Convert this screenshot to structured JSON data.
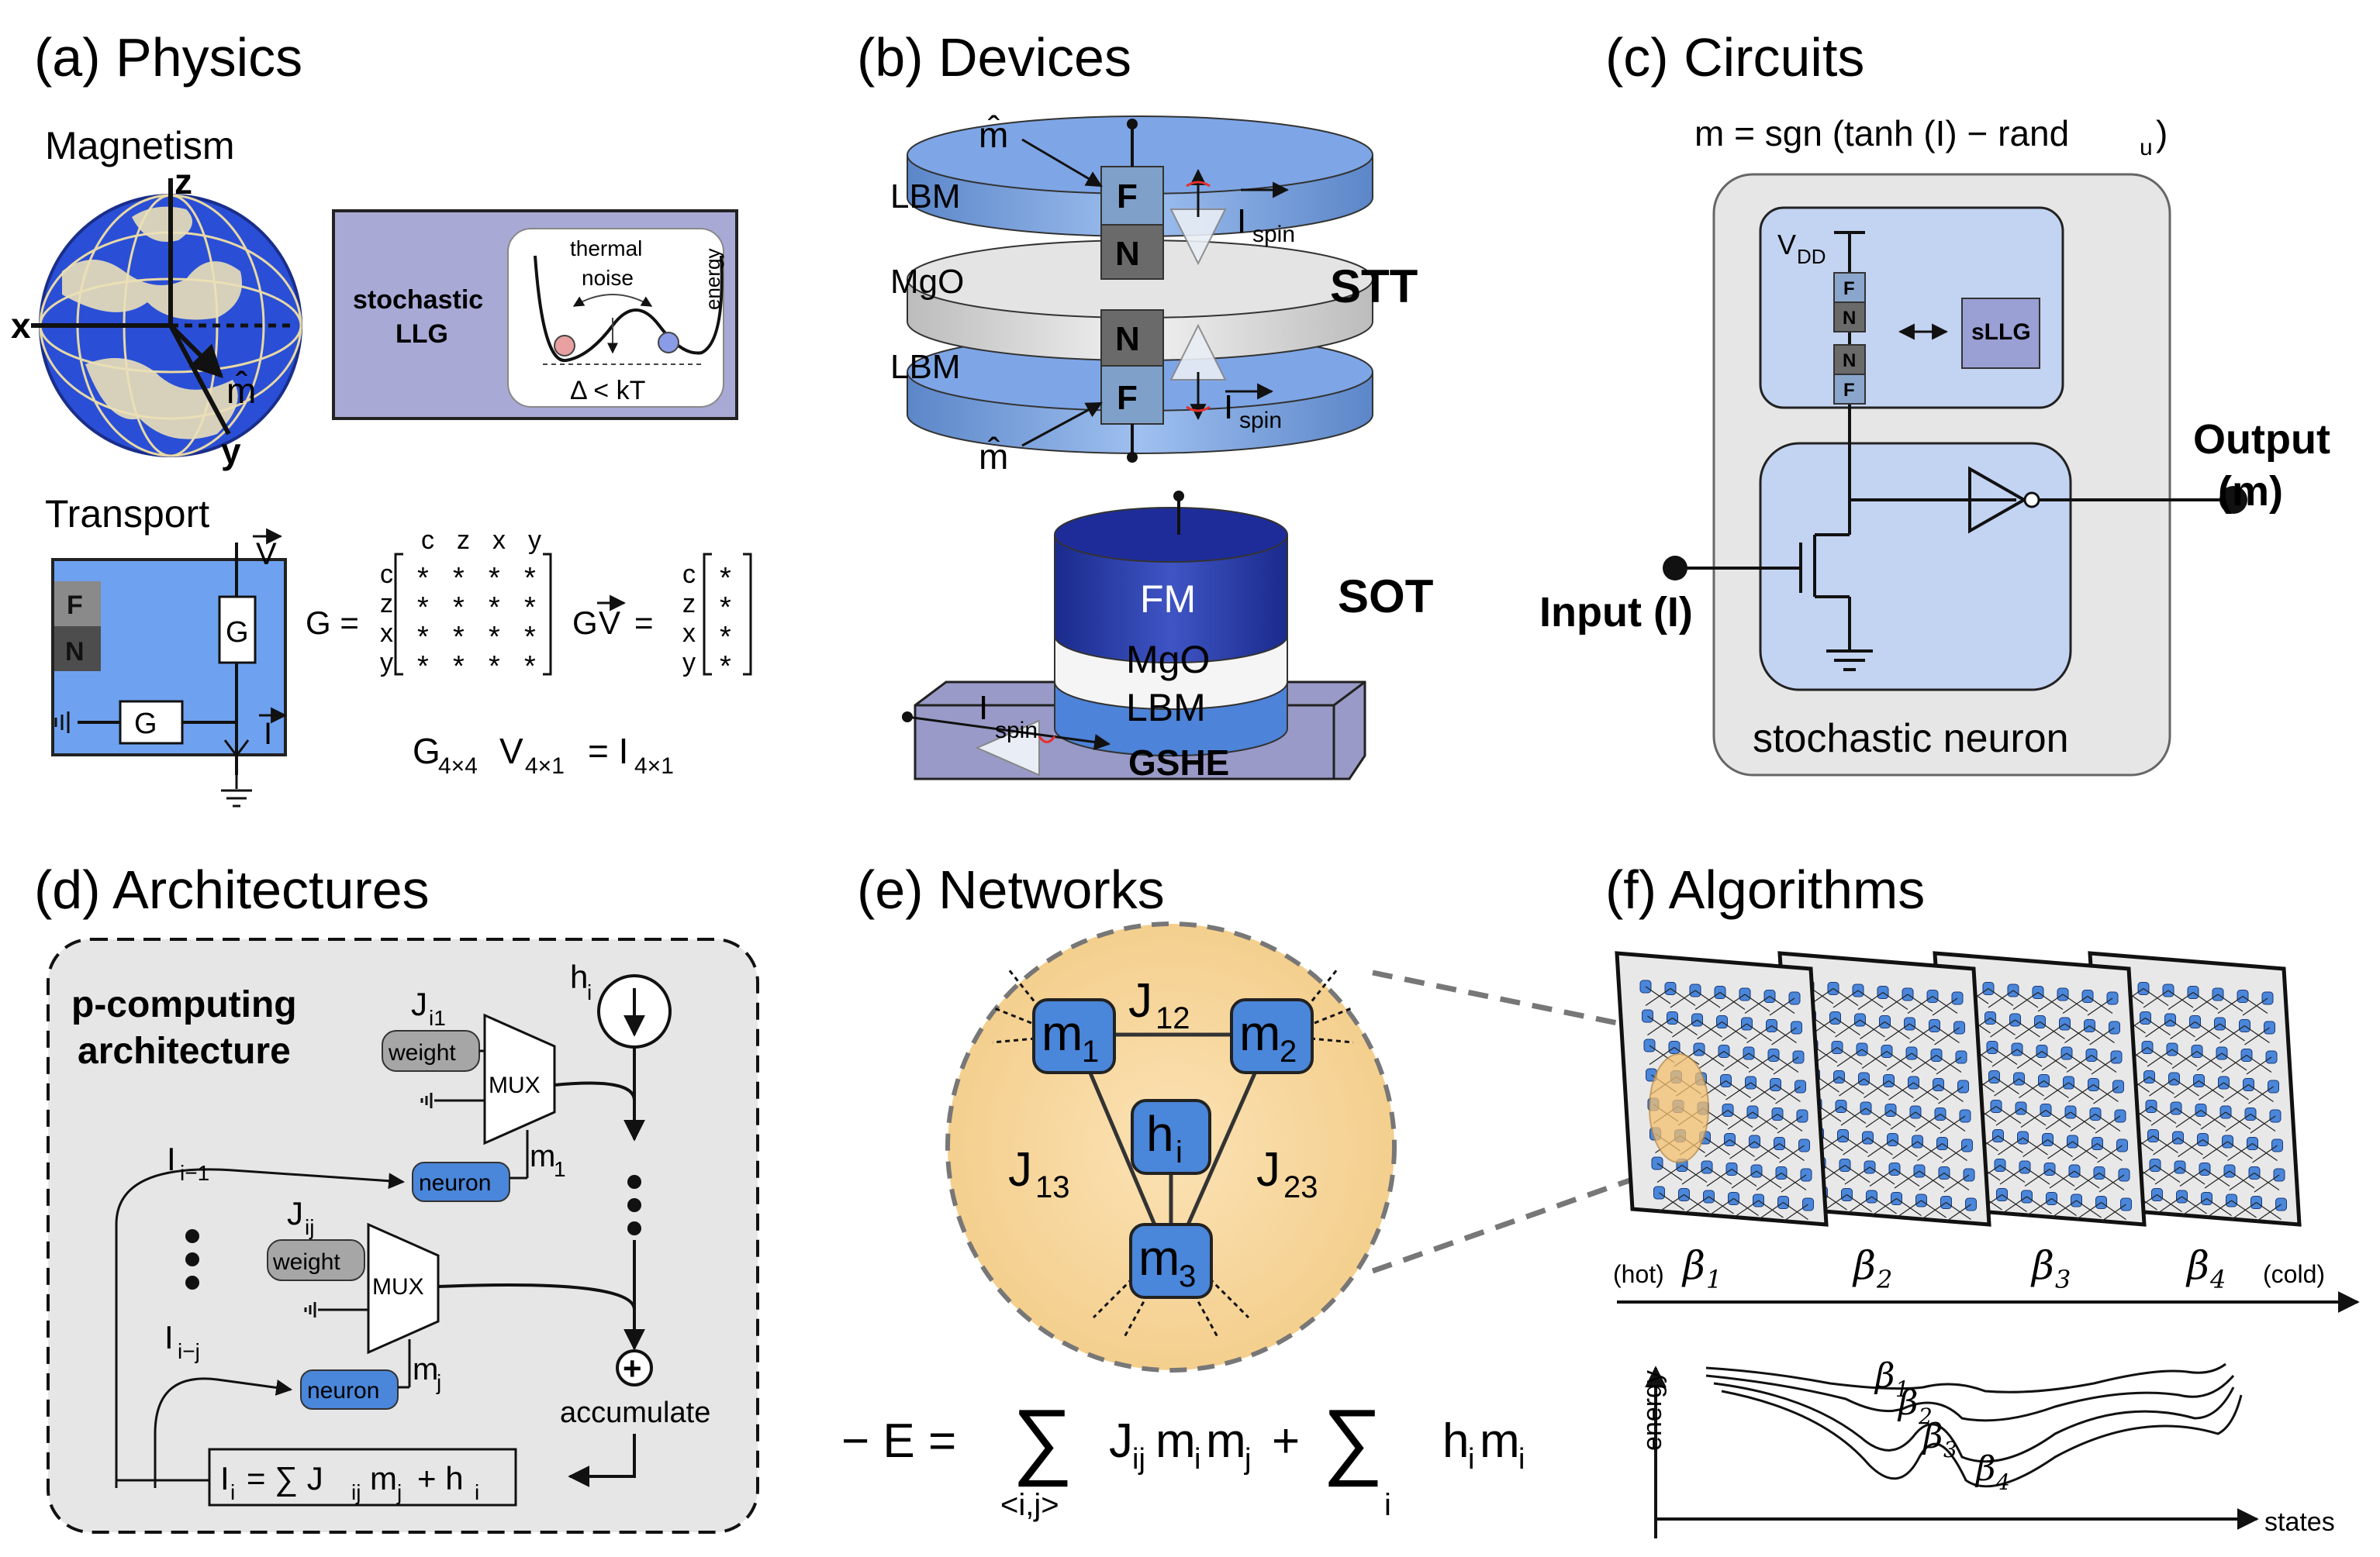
{
  "panels": {
    "a": {
      "title": "(a) Physics",
      "magnetism": "Magnetism",
      "axes": {
        "z": "z",
        "x": "x",
        "y": "y",
        "m": "m̂"
      },
      "llg_label_1": "stochastic",
      "llg_label_2": "LLG",
      "thermal_1": "thermal",
      "thermal_2": "noise",
      "energy": "energy",
      "delta": "Δ < kT",
      "transport": "Transport",
      "F": "F",
      "N": "N",
      "G": "G",
      "V_vec": "V",
      "I_vec": "I",
      "G_eq": "G =",
      "GV_eq": "G",
      "V_eq_mid": "=",
      "matrix_cols": [
        "c",
        "z",
        "x",
        "y"
      ],
      "matrix_rows": [
        "c",
        "z",
        "x",
        "y"
      ],
      "star": "*",
      "bottom_eq_1": "G",
      "bottom_eq_1_sub": "4×4",
      "bottom_eq_2": "V",
      "bottom_eq_2_sub": "4×1",
      "bottom_eq_3": "= I",
      "bottom_eq_3_sub": "4×1"
    },
    "b": {
      "title": "(b) Devices",
      "m_hat": "m̂",
      "LBM": "LBM",
      "MgO": "MgO",
      "F": "F",
      "N": "N",
      "I": "I",
      "spin": "spin",
      "STT": "STT",
      "SOT": "SOT",
      "FM": "FM",
      "GSHE": "GSHE"
    },
    "c": {
      "title": "(c) Circuits",
      "equation_1": "m = sgn (tanh (I) − rand",
      "equation_sub": "u",
      "equation_2": ")",
      "vdd": "V",
      "vdd_sub": "DD",
      "F": "F",
      "N": "N",
      "sllg": "sLLG",
      "output_1": "Output",
      "output_2": "(m)",
      "input": "Input (I)",
      "neuron_label": "stochastic neuron"
    },
    "d": {
      "title": "(d) Architectures",
      "arch_1": "p-computing",
      "arch_2": "architecture",
      "h": "h",
      "h_sub": "i",
      "J1": "J",
      "J1_sub": "i1",
      "Jj": "J",
      "Jj_sub": "ij",
      "weight": "weight",
      "mux": "MUX",
      "m1": "m",
      "m1_sub": "1",
      "mj": "m",
      "mj_sub": "j",
      "neuron": "neuron",
      "I_im1": "I",
      "I_im1_sub": "i−1",
      "I_imj": "I",
      "I_imj_sub": "i−j",
      "accumulate": "accumulate",
      "plus": "+",
      "box_eq_1": "I",
      "box_eq_1_sub": "i",
      "box_eq_2": "= ∑ J",
      "box_eq_2_sub": "ij",
      "box_eq_3": "m",
      "box_eq_3_sub": "j",
      "box_eq_4": "+ h",
      "box_eq_4_sub": "i"
    },
    "e": {
      "title": "(e) Networks",
      "nodes": {
        "m1": [
          "m",
          "1"
        ],
        "m2": [
          "m",
          "2"
        ],
        "m3": [
          "m",
          "3"
        ],
        "hi": [
          "h",
          "i"
        ]
      },
      "J12": [
        "J",
        "12"
      ],
      "J13": [
        "J",
        "13"
      ],
      "J23": [
        "J",
        "23"
      ],
      "eq_lhs": "− E =",
      "sum": "∑",
      "sum1_under": "<i,j>",
      "term1": "J",
      "term1_sub": "ij",
      "term1b": "m",
      "term1b_sub": "i",
      "term1c": "m",
      "term1c_sub": "j",
      "plus": "+",
      "sum2_under": "i",
      "term2": "h",
      "term2_sub": "i",
      "term2b": "m",
      "term2b_sub": "i"
    },
    "f": {
      "title": "(f) Algorithms",
      "hot": "(hot)",
      "cold": "(cold)",
      "beta": "β",
      "beta_subs": [
        "1",
        "2",
        "3",
        "4"
      ],
      "energy": "energy",
      "states": "states"
    }
  },
  "colors": {
    "blue_box": "#7aa9f0",
    "lilac": "#a9a9d6",
    "light_blue_panel": "#c8d6f2",
    "node_blue": "#4a86d9",
    "peach": "#f8dcaa",
    "grey_bg": "#e6e6e6"
  }
}
